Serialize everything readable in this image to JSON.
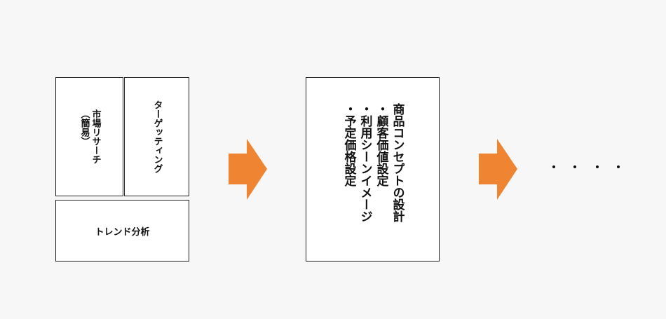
{
  "boxes": {
    "market_research": {
      "title": "市場リサーチ",
      "sub": "（簡易）"
    },
    "targeting": {
      "title": "ターゲッティング"
    },
    "trend": {
      "title": "トレンド分析"
    },
    "concept": {
      "title": "商品コンセプトの設計",
      "items": [
        "・顧客価値設定",
        "・利用シーンイメージ",
        "・予定価格設定"
      ]
    }
  },
  "colors": {
    "arrow": "#ef8432",
    "border": "#222222",
    "background": "#f7f7f7"
  },
  "ellipsis": "・・・・"
}
